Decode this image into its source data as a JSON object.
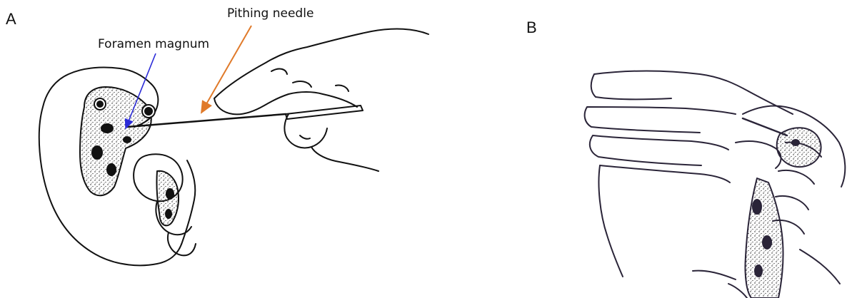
{
  "panels": {
    "a": {
      "letter": "A"
    },
    "b": {
      "letter": "B"
    }
  },
  "labels": {
    "foramen_magnum": "Foramen magnum",
    "pithing_needle": "Pithing needle"
  },
  "colors": {
    "foramen_arrow": "#2a2ad8",
    "needle_arrow": "#e07a2a",
    "ink": "#111111",
    "ink_b": "#2a2438"
  },
  "icons": {
    "foramen_pointer": "arrow-blue",
    "needle_pointer": "arrow-orange"
  }
}
